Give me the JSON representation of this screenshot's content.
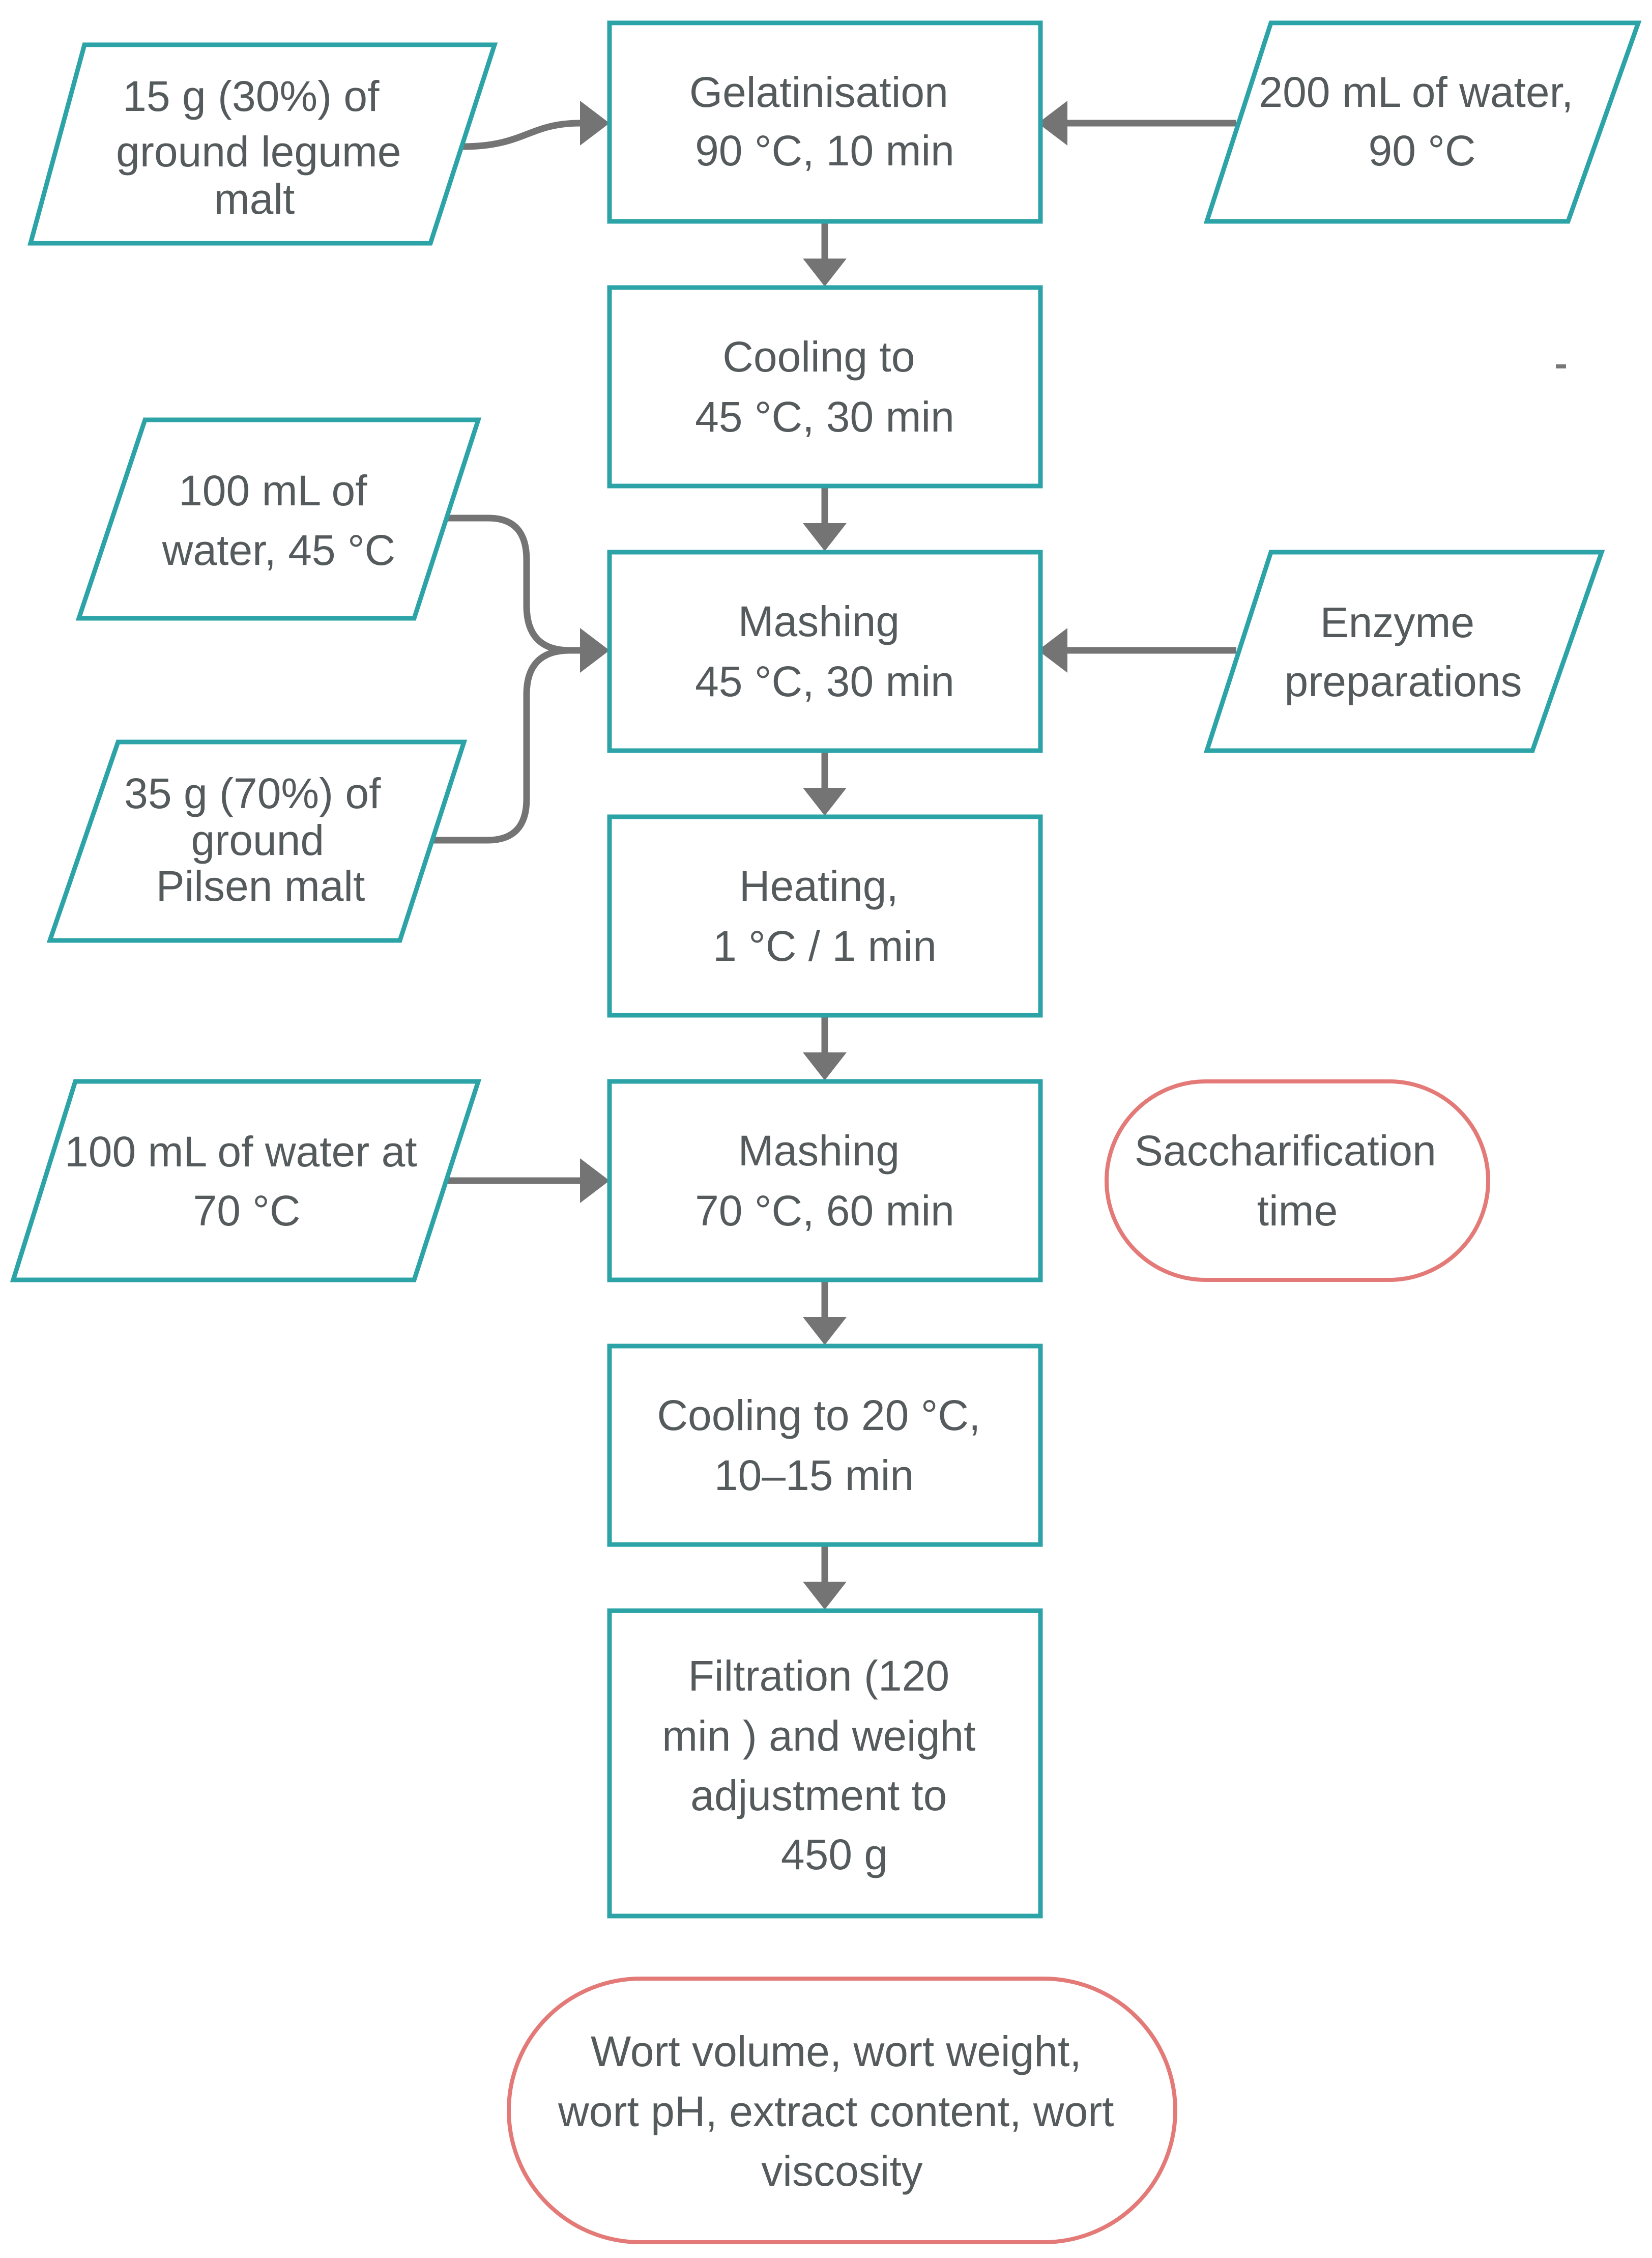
{
  "colors": {
    "process_border": "#2ba3a7",
    "terminal_border": "#e37a77",
    "connector": "#747474",
    "text": "#555a5c"
  },
  "process_steps": [
    {
      "id": "gelatinisation",
      "lines": [
        "Gelatinisation",
        "90 °C, 10 min"
      ]
    },
    {
      "id": "cooling-45",
      "lines": [
        "Cooling to",
        "45 °C, 30 min"
      ]
    },
    {
      "id": "mashing-45",
      "lines": [
        "Mashing",
        "45 °C, 30 min"
      ]
    },
    {
      "id": "heating",
      "lines": [
        "Heating,",
        "1 °C / 1 min"
      ]
    },
    {
      "id": "mashing-70",
      "lines": [
        "Mashing",
        "70 °C, 60 min"
      ]
    },
    {
      "id": "cooling-20",
      "lines": [
        "Cooling to 20 °C,",
        "10–15 min"
      ]
    },
    {
      "id": "filtration",
      "lines": [
        "Filtration (120",
        "min ) and weight",
        "adjustment to",
        "450  g"
      ]
    }
  ],
  "inputs": [
    {
      "id": "legume-malt",
      "lines": [
        "15 g  (30%) of",
        "ground legume",
        "malt"
      ]
    },
    {
      "id": "water-90",
      "lines": [
        "200 mL of water,",
        "90 °C"
      ]
    },
    {
      "id": "water-45",
      "lines": [
        "100 mL of",
        "water, 45 °C"
      ]
    },
    {
      "id": "pilsen-malt",
      "lines": [
        "35 g (70%) of",
        "ground",
        "Pilsen malt"
      ]
    },
    {
      "id": "enzymes",
      "lines": [
        "Enzyme",
        "preparations"
      ]
    },
    {
      "id": "water-70",
      "lines": [
        "100 mL of water at",
        "70 °C"
      ]
    }
  ],
  "terminals": [
    {
      "id": "saccharification",
      "lines": [
        "Saccharification",
        "time"
      ]
    },
    {
      "id": "wort-analysis",
      "lines": [
        "Wort volume, wort weight,",
        "wort pH, extract content, wort",
        "viscosity"
      ]
    }
  ]
}
